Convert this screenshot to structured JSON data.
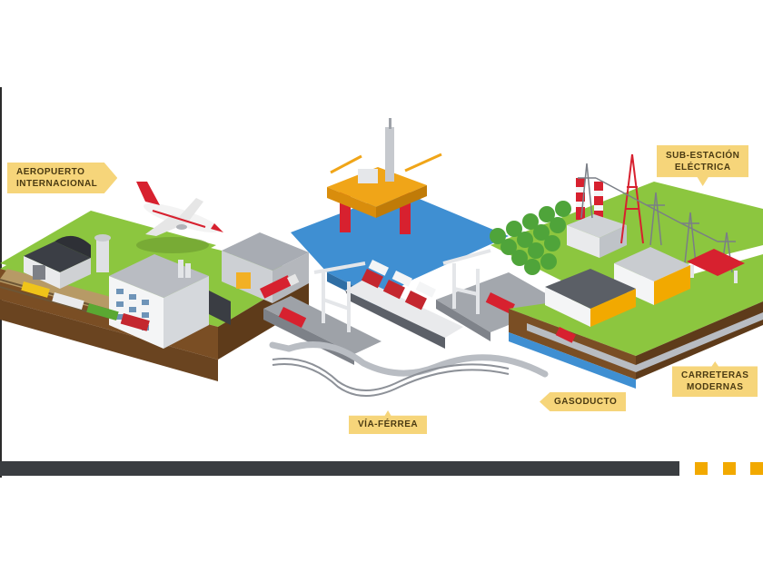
{
  "labels": {
    "airport": [
      "AEROPUERTO",
      "INTERNACIONAL"
    ],
    "substation": [
      "SUB-ESTACIÓN",
      "ELÉCTRICA"
    ],
    "roads": [
      "CARRETERAS",
      "MODERNAS"
    ],
    "gas_pipeline": "GASODUCTO",
    "railway": "VÍA-FÉRREA"
  },
  "colors": {
    "label_bg": "#f6d57a",
    "grass": "#8cc63f",
    "water": "#3f8fd2",
    "soil": "#8a5a2b",
    "bar": "#3a3d41",
    "accent": "#f2a900"
  }
}
